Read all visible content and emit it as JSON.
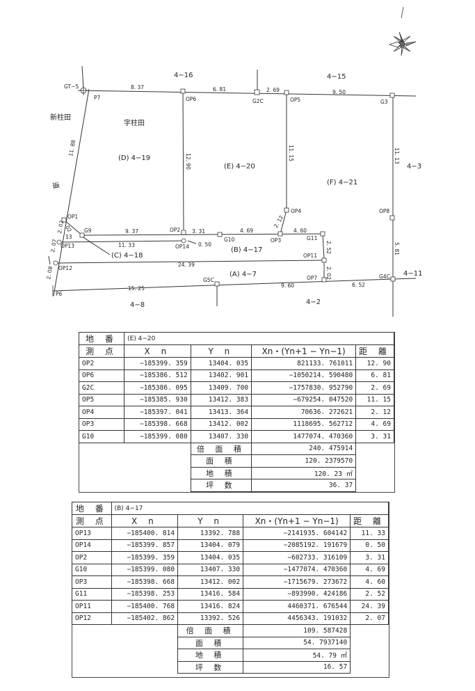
{
  "survey": {
    "north_arrow": "compass-icon",
    "parcels": {
      "top_left": "4−16",
      "top_right": "4−15",
      "new_road": "新柱田",
      "aza": "字柱田",
      "road": "道",
      "d": "(D) 4−19",
      "e": "(E) 4−20",
      "f": "(F) 4−21",
      "right_a": "4−3",
      "b": "(B) 4−17",
      "c": "(C) 4−18",
      "a": "(A) 4−7",
      "right_b": "4−11",
      "bottom_left": "4−8",
      "bottom_right": "4−2"
    },
    "points": {
      "gt5": "GT−5",
      "p7": "P7",
      "op6": "OP6",
      "g2c": "G2C",
      "op5": "OP5",
      "g3": "G3",
      "op1": "OP1",
      "g9": "G9",
      "op2": "OP2",
      "op14": "OP14",
      "g10": "G10",
      "op3": "OP3",
      "g11": "G11",
      "op4": "OP4",
      "op8": "OP8",
      "op13": "OP13",
      "op11": "OP11",
      "op12": "OP12",
      "g5c": "G5C",
      "op7": "OP7",
      "g4c": "G4C",
      "p6": "P6"
    },
    "distances": {
      "d837": "8. 37",
      "d681": "6. 81",
      "d269": "2. 69",
      "d950": "9. 50",
      "d1188": "11. 88",
      "d1290": "12. 90",
      "d1115": "11. 15",
      "d1113": "11. 13",
      "d202a": "2. 02",
      "d937": "9. 37",
      "d331": "3. 31",
      "d469": "4. 69",
      "d460": "4. 60",
      "d212": "2. 12",
      "d1133": "11. 33",
      "d050": "0. 50",
      "d252": "2. 52",
      "d581": "5. 81",
      "d207": "2. 07",
      "d013": "13",
      "d02": "02",
      "d2439": "24. 39",
      "d202b": "2. 02",
      "d208": "2. 08",
      "d1525": "15. 25",
      "d960": "9. 60",
      "d652": "6. 52"
    }
  },
  "table_e": {
    "chiban_label": "地  番",
    "chiban_value": "(E) 4−20",
    "col_point": "測  点",
    "col_xn": "X n",
    "col_yn": "Y n",
    "col_formula": "Xn・(Yn+1 − Yn−1)",
    "col_dist": "距  離",
    "rows": [
      {
        "pt": "OP2",
        "xn": "−185399. 359",
        "yn": "13404. 035",
        "f": "821133. 761011",
        "d": "12. 90"
      },
      {
        "pt": "OP6",
        "xn": "−185386. 512",
        "yn": "13402. 901",
        "f": "−1050214. 590480",
        "d": "6. 81"
      },
      {
        "pt": "G2C",
        "xn": "−185386. 095",
        "yn": "13409. 700",
        "f": "−1757830. 952790",
        "d": "2. 69"
      },
      {
        "pt": "OP5",
        "xn": "−185385. 930",
        "yn": "13412. 383",
        "f": "−679254. 047520",
        "d": "11. 15"
      },
      {
        "pt": "OP4",
        "xn": "−185397. 041",
        "yn": "13413. 364",
        "f": "70636. 272621",
        "d": "2. 12"
      },
      {
        "pt": "OP3",
        "xn": "−185398. 668",
        "yn": "13412. 002",
        "f": "1118695. 562712",
        "d": "4. 69"
      },
      {
        "pt": "G10",
        "xn": "−185399. 080",
        "yn": "13407. 330",
        "f": "1477074. 470360",
        "d": "3. 31"
      }
    ],
    "sum_label1": "倍 面 積",
    "sum_val1": "240. 475914",
    "sum_label2": "面  積",
    "sum_val2": "120. 2379570",
    "sum_label3": "地  積",
    "sum_val3": "120. 23  ㎡",
    "sum_label4": "坪  数",
    "sum_val4": "36. 37"
  },
  "table_b": {
    "chiban_label": "地  番",
    "chiban_value": "(B) 4−17",
    "col_point": "測  点",
    "col_xn": "X n",
    "col_yn": "Y n",
    "col_formula": "Xn・(Yn+1 − Yn−1)",
    "col_dist": "距  離",
    "rows": [
      {
        "pt": "OP13",
        "xn": "−185400. 814",
        "yn": "13392. 788",
        "f": "−2141935. 604142",
        "d": "11. 33"
      },
      {
        "pt": "OP14",
        "xn": "−185399. 857",
        "yn": "13404. 079",
        "f": "−2085192. 191679",
        "d": "0. 50"
      },
      {
        "pt": "OP2",
        "xn": "−185399. 359",
        "yn": "13404. 035",
        "f": "−602733. 316109",
        "d": "3. 31"
      },
      {
        "pt": "G10",
        "xn": "−185399. 080",
        "yn": "13407. 330",
        "f": "−1477074. 470360",
        "d": "4. 69"
      },
      {
        "pt": "OP3",
        "xn": "−185398. 668",
        "yn": "13412. 002",
        "f": "−1715679. 273672",
        "d": "4. 60"
      },
      {
        "pt": "G11",
        "xn": "−185398. 253",
        "yn": "13416. 584",
        "f": "−893990. 424186",
        "d": "2. 52"
      },
      {
        "pt": "OP11",
        "xn": "−185400. 768",
        "yn": "13416. 824",
        "f": "4460371. 676544",
        "d": "24. 39"
      },
      {
        "pt": "OP12",
        "xn": "−185402. 862",
        "yn": "13392. 526",
        "f": "4456343. 191032",
        "d": "2. 07"
      }
    ],
    "sum_label1": "倍 面 積",
    "sum_val1": "109. 587428",
    "sum_label2": "面  積",
    "sum_val2": "54. 7937140",
    "sum_label3": "地  積",
    "sum_val3": "54. 79  ㎡",
    "sum_label4": "坪  数",
    "sum_val4": "16. 57"
  }
}
